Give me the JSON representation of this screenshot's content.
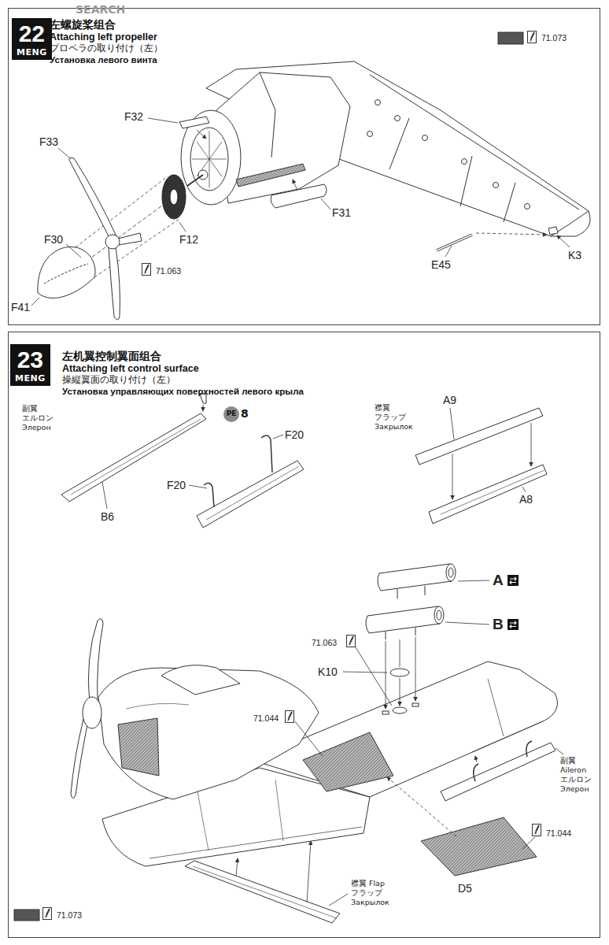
{
  "diagram": {
    "nodes": [
      {
        "text": [
          "左螺旋桨组合",
          "Attaching left propeller",
          "プロペラの取り付け（左）",
          "Установка левого винта"
        ]
      },
      {
        "text": [
          "22",
          "MENG"
        ],
        "in": 0
      },
      {
        "text": [
          "左机翼控制翼面组合",
          "Attaching left control surface",
          "操縦翼面の取り付け（左）",
          "Установка управляющих поверхностей левого крыла"
        ]
      },
      {
        "text": [
          "23",
          "MENG"
        ],
        "in": 2
      },
      {
        "text": [
          "PE",
          "8"
        ],
        "in": 2
      }
    ],
    "labels": [
      "SEARCH",
      "71.073",
      "F32",
      "F33",
      "F30",
      "F12",
      "F31",
      "F41",
      "71.063",
      "E45",
      "K3",
      "副翼 エルロン Элерон",
      "F20",
      "F20",
      "B6",
      "襟翼 フラップ Закрылок",
      "A9",
      "A8",
      "A",
      "B",
      "71.063",
      "K10",
      "71.044",
      "副翼 Aileron エルロン Элерон",
      "71.044",
      "D5",
      "襟翼 Flap フラップ Закрылок",
      "71.073"
    ]
  }
}
